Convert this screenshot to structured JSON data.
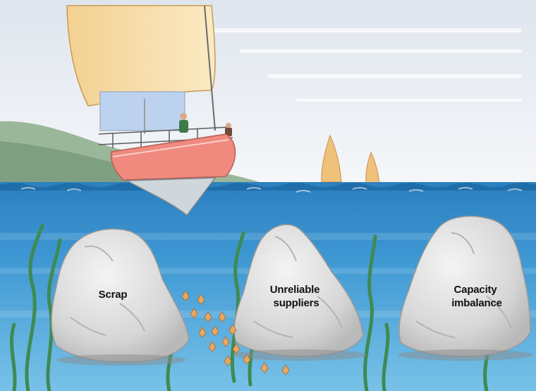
{
  "rocks": [
    {
      "id": "scrap",
      "lines": [
        "Scrap"
      ]
    },
    {
      "id": "unreliable-suppliers",
      "lines": [
        "Unreliable",
        "suppliers"
      ]
    },
    {
      "id": "capacity-imbalance",
      "lines": [
        "Capacity",
        "imbalance"
      ]
    }
  ],
  "colors": {
    "sky_top": "#e3e8ef",
    "sky_bottom": "#f4f6f8",
    "water_surface": "#2f86c4",
    "water_deep": "#5db1e0",
    "rock": "#dcdcdc",
    "hull": "#f08a7e",
    "sail": "#f6dda2",
    "seaweed": "#3f8a52",
    "fish": "#e8a862",
    "hill": "#8fae8e"
  }
}
